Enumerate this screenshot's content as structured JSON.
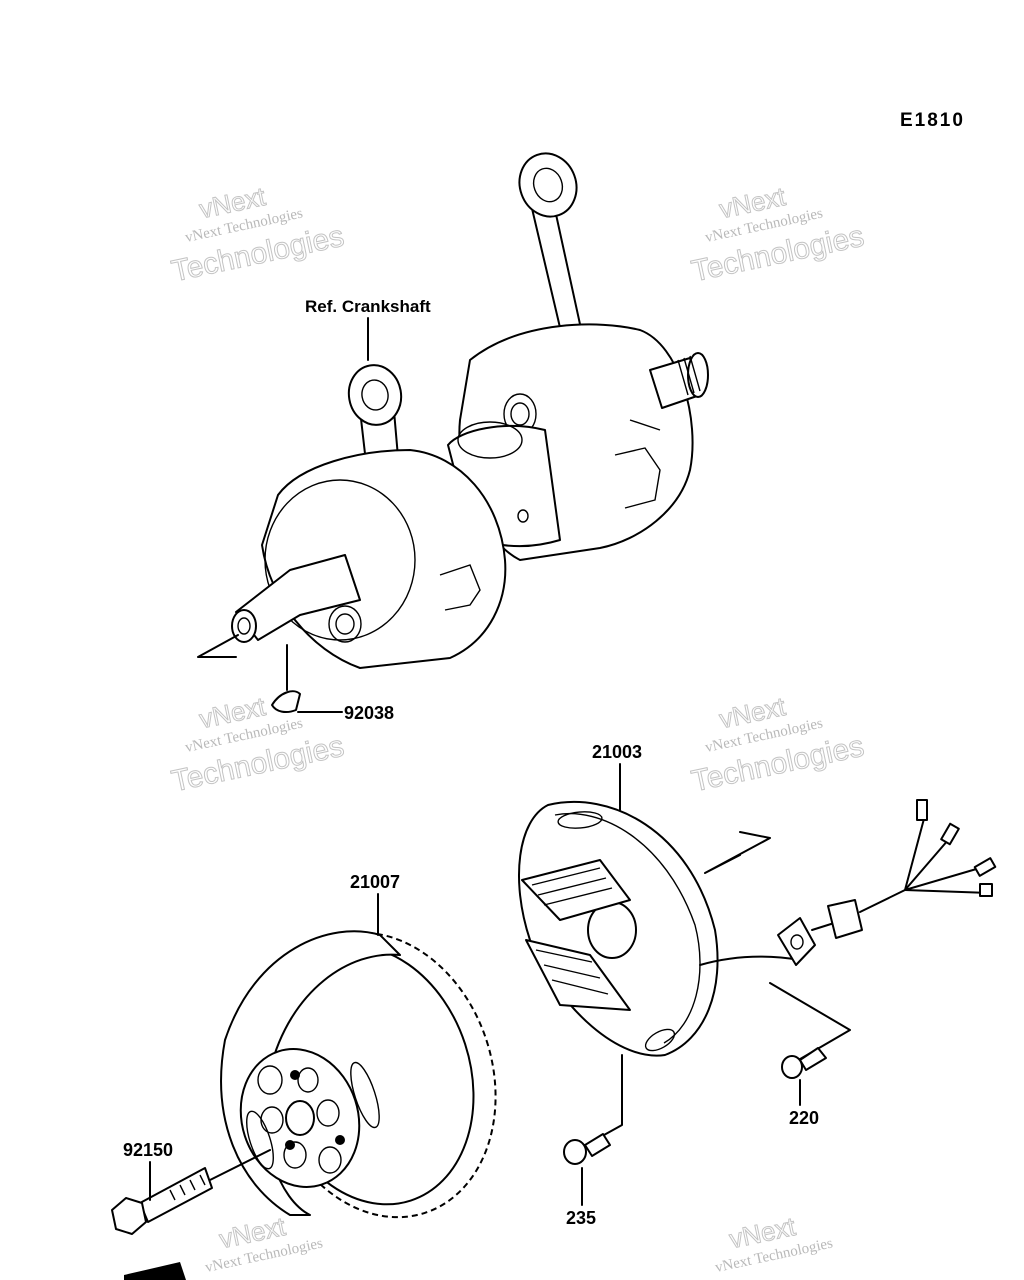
{
  "diagram": {
    "code": "E1810",
    "labels": {
      "crankshaft_ref": "Ref. Crankshaft",
      "key": "92038",
      "stator": "21003",
      "flywheel": "21007",
      "flywheel_bolt": "92150",
      "stator_screw": "235",
      "clamp_screw": "220"
    },
    "watermark": {
      "line1": "vNext",
      "line2": "vNext Technologies",
      "line3": "Technologies"
    }
  }
}
